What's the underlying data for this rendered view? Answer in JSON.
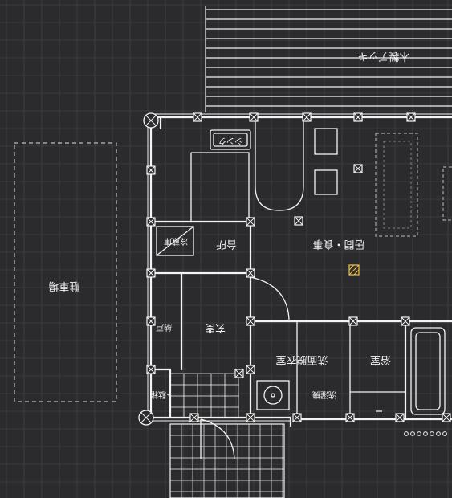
{
  "plan": {
    "colors": {
      "background": "#2b2b2d",
      "wall": "#f4f4f4",
      "grid": "#4a4a4d",
      "dash": "#bdbdbd",
      "highlight": "#f0c040"
    },
    "rooms": {
      "deck": "木製デッキ",
      "parking": "駐車場",
      "ldk": "居間・食事",
      "kitchen": "台所",
      "pantry": "冷蔵庫",
      "hall": "玄関",
      "storage": "納戸",
      "entry_closet": "下駄箱",
      "washroom": "洗面脱衣室",
      "bath": "浴室",
      "toilet": "洗濯機",
      "shelf": "シンク"
    }
  }
}
